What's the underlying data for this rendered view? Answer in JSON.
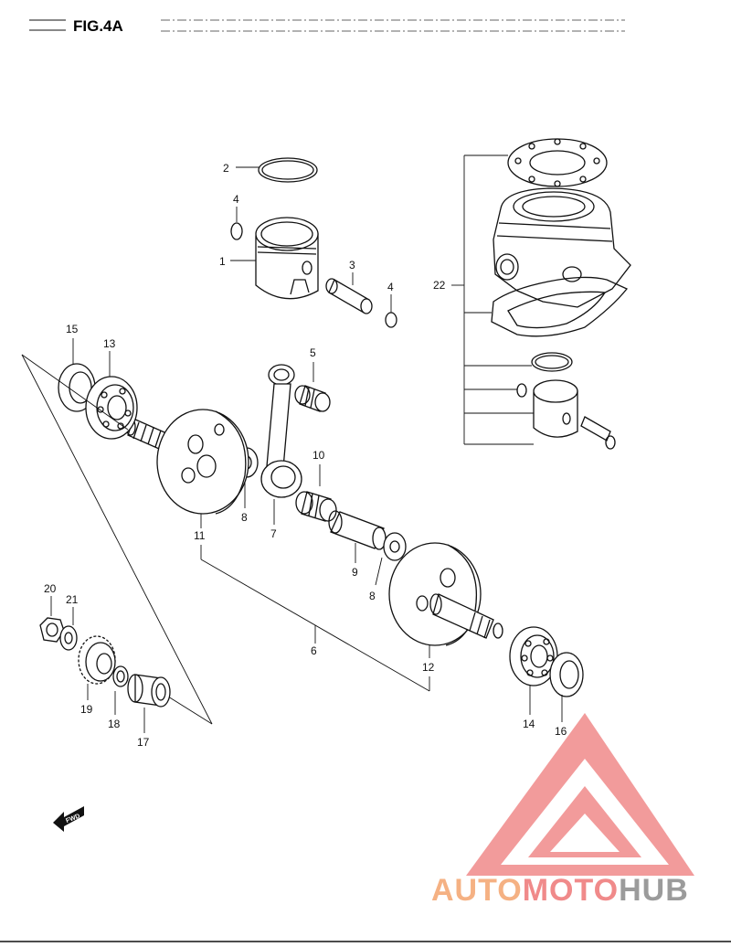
{
  "figure_title": "FIG.4A",
  "fwd_label": "FWD",
  "watermark": {
    "part1": "AUTO",
    "part2": "MOTO",
    "part3": "HUB",
    "colors": {
      "orange": "#f5b183",
      "pink": "#f08a8a",
      "gray": "#9b9b9b",
      "red": "#e74c3c"
    }
  },
  "callouts": {
    "p1": "1",
    "p2": "2",
    "p3": "3",
    "p4a": "4",
    "p4b": "4",
    "p5": "5",
    "p6": "6",
    "p7": "7",
    "p8a": "8",
    "p8b": "8",
    "p9": "9",
    "p10": "10",
    "p11": "11",
    "p12": "12",
    "p13": "13",
    "p14": "14",
    "p15": "15",
    "p16": "16",
    "p17": "17",
    "p18": "18",
    "p19": "19",
    "p20": "20",
    "p21": "21",
    "p22": "22"
  }
}
